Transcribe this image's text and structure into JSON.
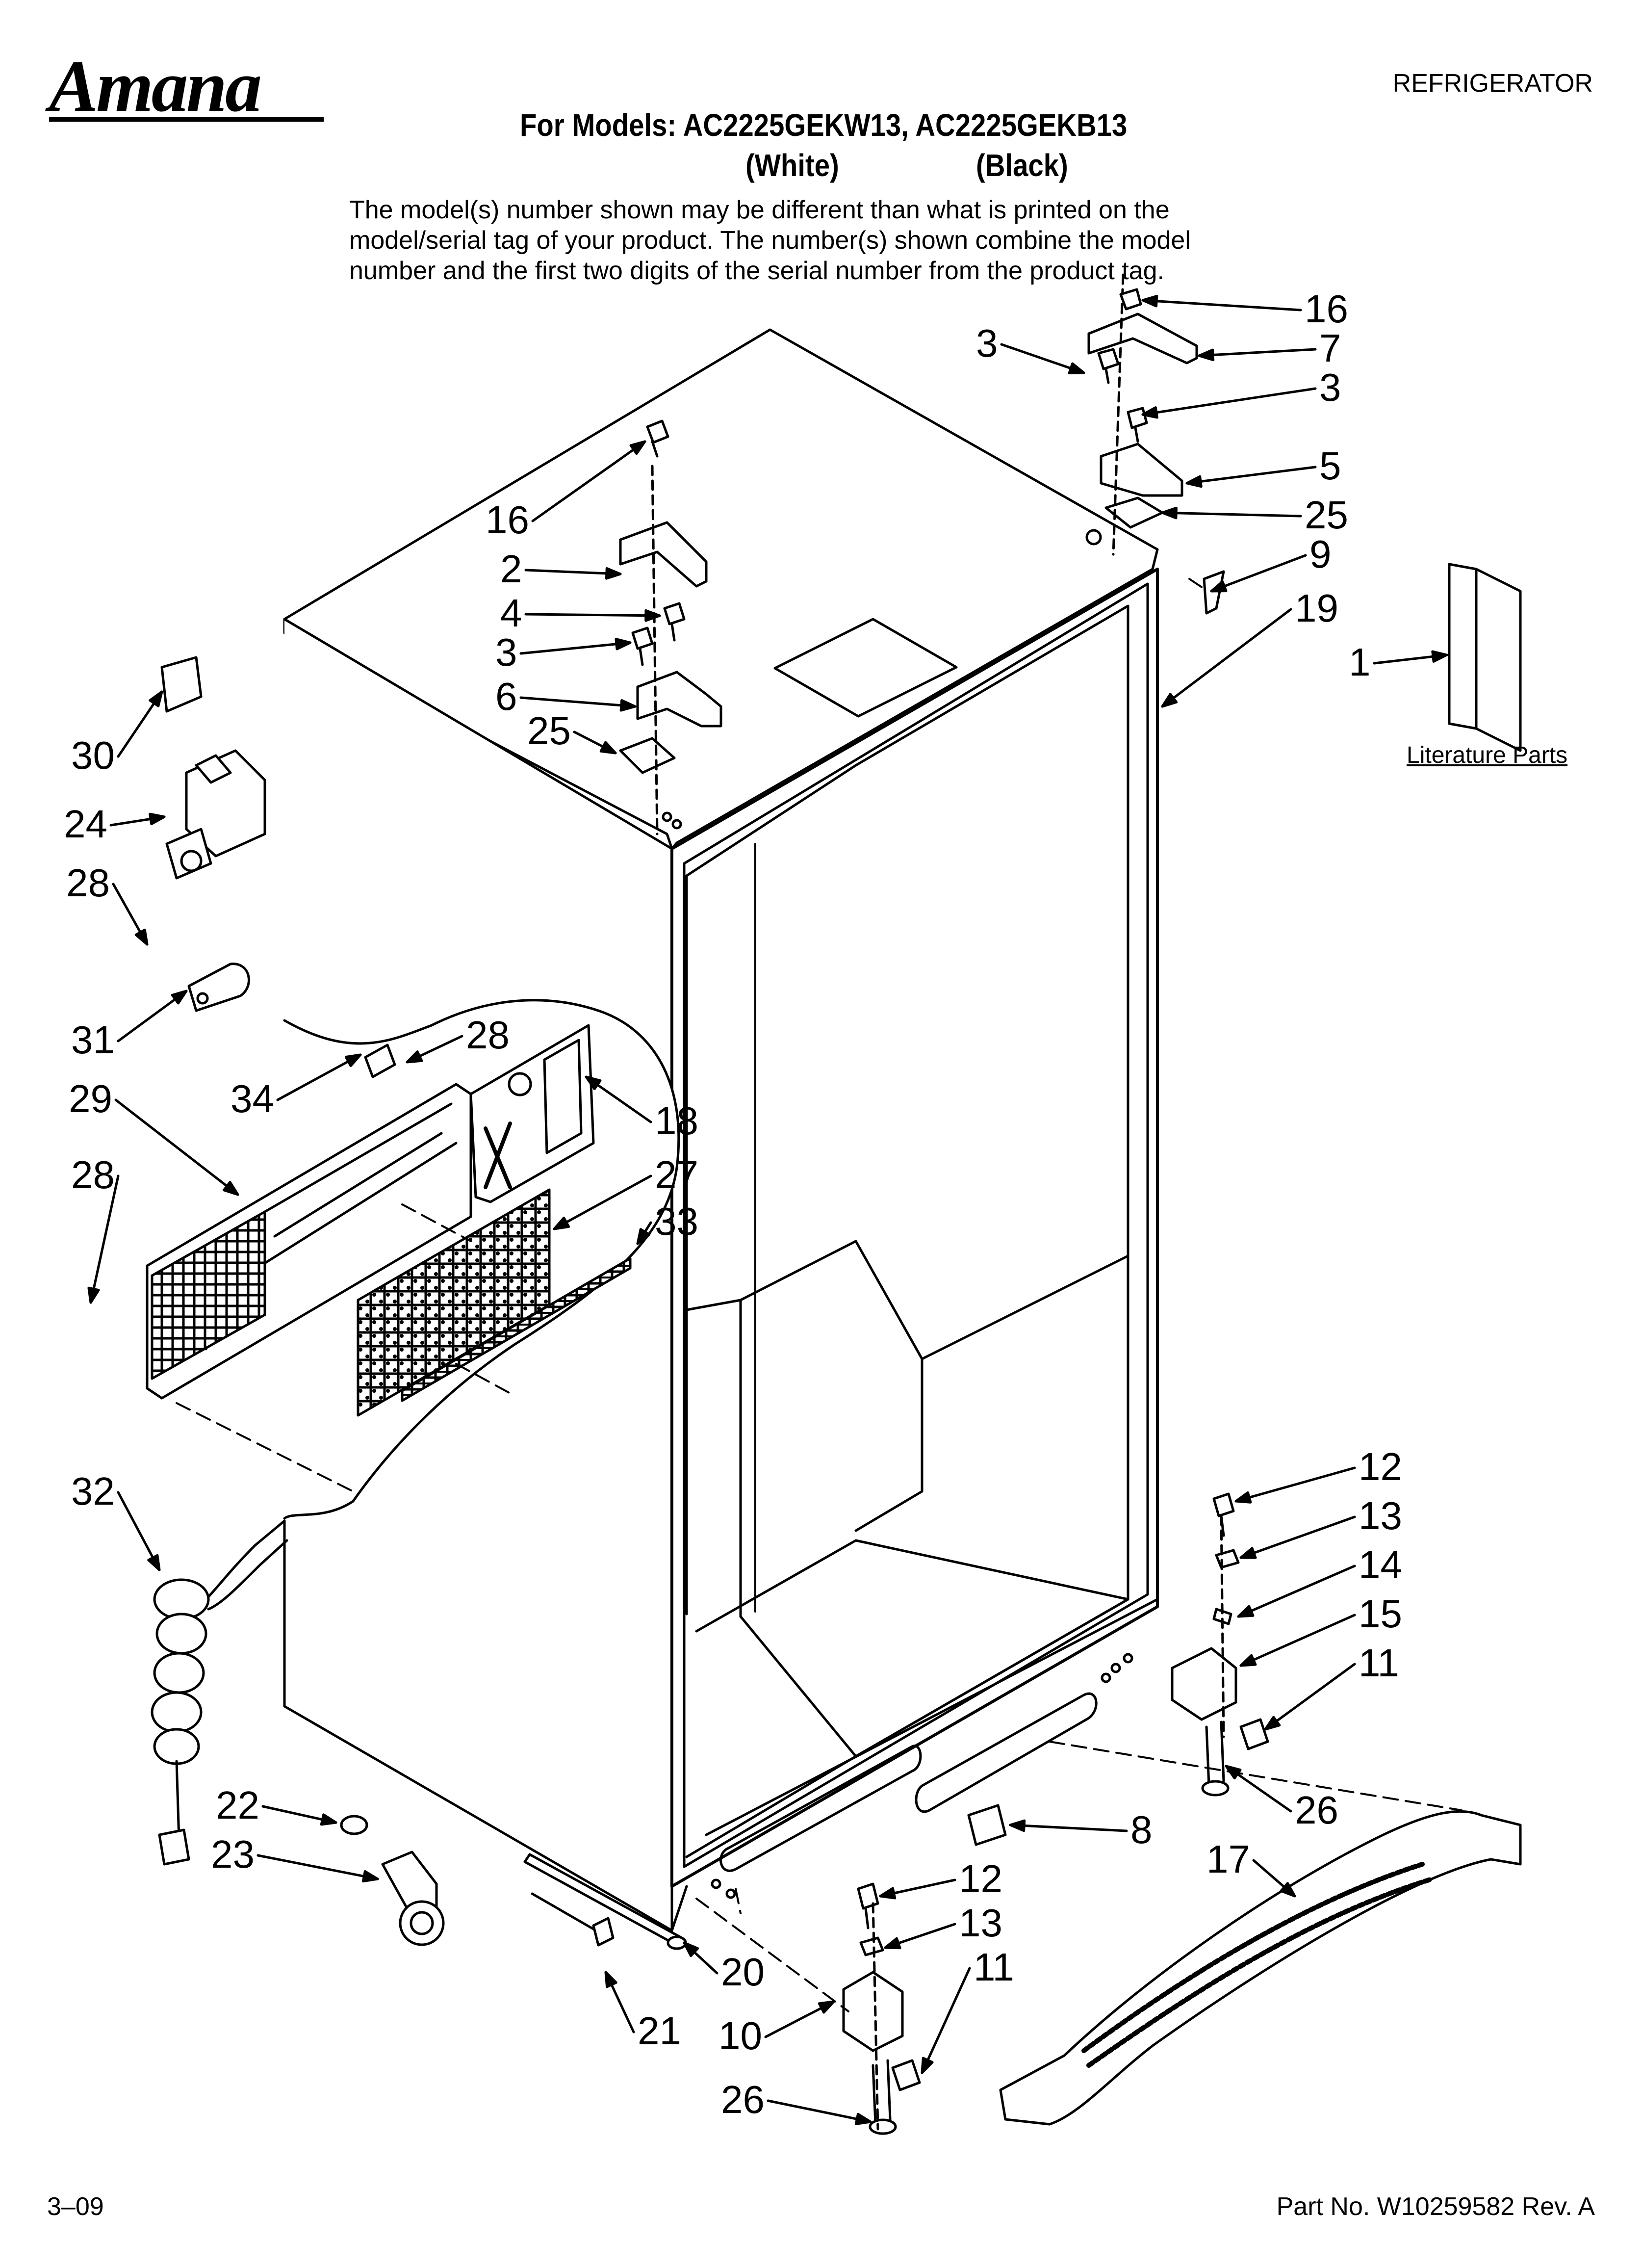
{
  "header": {
    "brand": "Amana",
    "category": "REFRIGERATOR",
    "models_line": "For Models: AC2225GEKW13, AC2225GEKB13",
    "color_white": "(White)",
    "color_black": "(Black)",
    "note_lines": [
      "The model(s) number shown may be different than what is printed on the",
      "model/serial tag of your product. The number(s) shown combine the model",
      "number and the first two digits of the serial number from the product tag."
    ]
  },
  "literature": {
    "label": "Literature Parts"
  },
  "footer": {
    "date": "3–09",
    "part_number": "Part No. W10259582 Rev. A"
  },
  "callouts": [
    "16",
    "7",
    "3",
    "3",
    "5",
    "25",
    "9",
    "19",
    "1",
    "16",
    "2",
    "4",
    "3",
    "6",
    "25",
    "30",
    "24",
    "28",
    "31",
    "28",
    "34",
    "18",
    "29",
    "28",
    "27",
    "33",
    "32",
    "12",
    "13",
    "14",
    "15",
    "11",
    "26",
    "8",
    "12",
    "13",
    "11",
    "17",
    "22",
    "23",
    "20",
    "21",
    "10",
    "26"
  ]
}
